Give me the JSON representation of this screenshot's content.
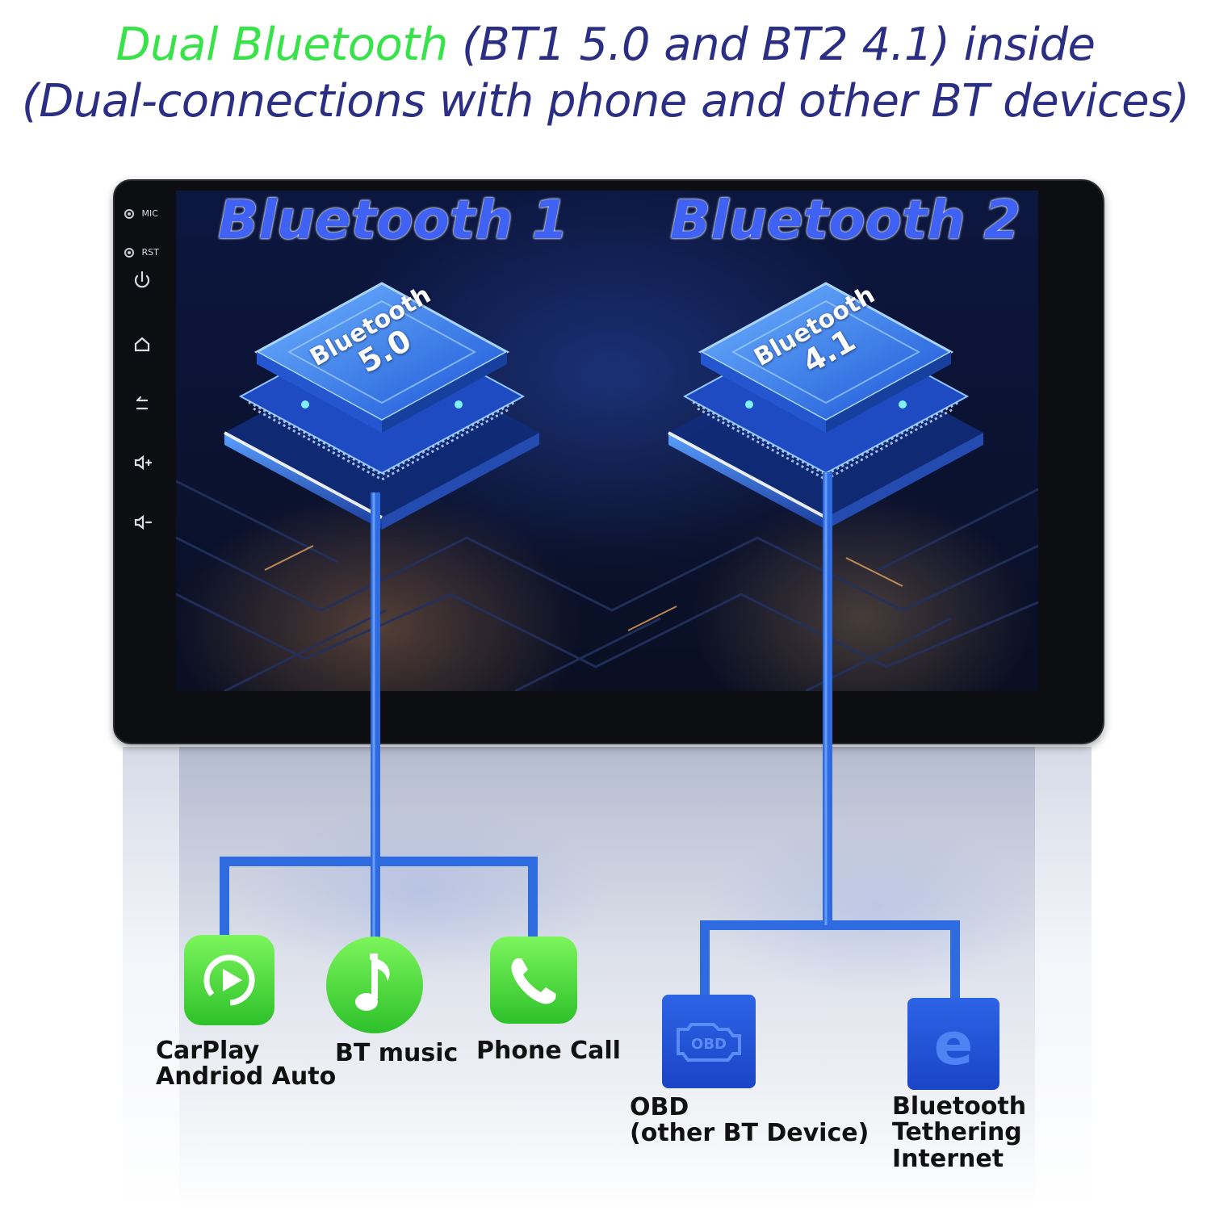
{
  "headline": {
    "accent": "Dual Bluetooth",
    "line1_rest": " (BT1 5.0 and BT2 4.1) inside",
    "line2": "(Dual-connections with phone and other BT devices)"
  },
  "device": {
    "mic_label": "MIC",
    "rst_label": "RST"
  },
  "screen": {
    "bt1_label": "Bluetooth 1",
    "bt2_label": "Bluetooth 2",
    "chip1": {
      "name": "Bluetooth",
      "version": "5.0"
    },
    "chip2": {
      "name": "Bluetooth",
      "version": "4.1"
    }
  },
  "features": {
    "carplay": {
      "line1": "CarPlay",
      "line2": "Andriod Auto"
    },
    "bt_music": "BT music",
    "phone_call": "Phone Call",
    "obd": {
      "line1": "OBD",
      "line2": "(other BT Device)",
      "icon_text": "OBD"
    },
    "tethering": {
      "line1": "Bluetooth",
      "line2": "Tethering",
      "line3": "Internet",
      "icon_text": "e"
    }
  },
  "colors": {
    "headline": "#2b2f83",
    "accent": "#38e34a",
    "connector": "#2f6be0",
    "bt_label": "#3f62f5"
  },
  "icons": [
    "mic-icon",
    "reset-icon",
    "power-icon",
    "home-icon",
    "back-icon",
    "volume-up-icon",
    "volume-down-icon",
    "carplay-icon",
    "music-note-icon",
    "phone-icon",
    "obd-engine-icon",
    "internet-e-icon"
  ]
}
